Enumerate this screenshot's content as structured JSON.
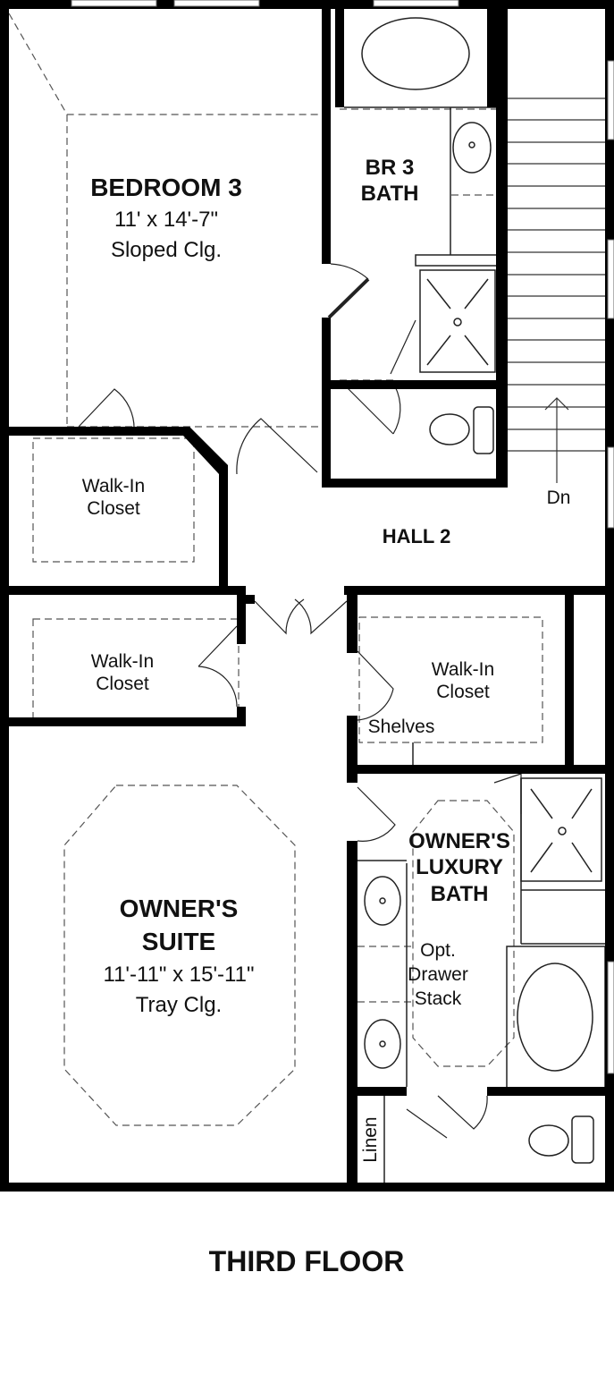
{
  "plan": {
    "title": "THIRD FLOOR",
    "rooms": {
      "bedroom3": {
        "name": "BEDROOM 3",
        "size": "11' x 14'-7\"",
        "ceiling": "Sloped Clg."
      },
      "br3_bath": {
        "name_line1": "BR 3",
        "name_line2": "BATH"
      },
      "hall2": {
        "name": "HALL 2"
      },
      "stairs": {
        "label": "Dn"
      },
      "closet_bed3": {
        "line1": "Walk-In",
        "line2": "Closet"
      },
      "closet_owner_left": {
        "line1": "Walk-In",
        "line2": "Closet"
      },
      "closet_owner_right": {
        "line1": "Walk-In",
        "line2": "Closet",
        "shelves": "Shelves"
      },
      "owner_bath": {
        "line1": "OWNER'S",
        "line2": "LUXURY",
        "line3": "BATH",
        "opt1": "Opt.",
        "opt2": "Drawer",
        "opt3": "Stack"
      },
      "owner_suite": {
        "line1": "OWNER'S",
        "line2": "SUITE",
        "size": "11'-11\" x 15'-11\"",
        "ceiling": "Tray Clg."
      },
      "linen": {
        "name": "Linen"
      }
    }
  }
}
